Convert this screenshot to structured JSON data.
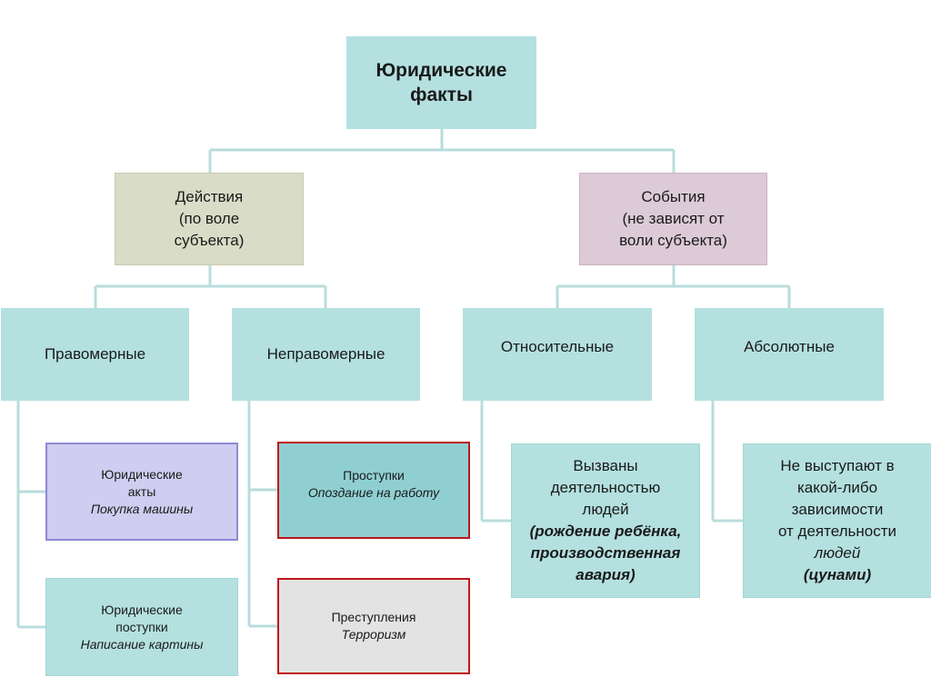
{
  "root": {
    "line1": "Юридические",
    "line2": "факты"
  },
  "actions": {
    "line1": "Действия",
    "line2": "(по воле",
    "line3": "субъекта)"
  },
  "events": {
    "line1": "События",
    "line2": "(не зависят от",
    "line3": "воли субъекта)"
  },
  "lawful": {
    "label": "Правомерные"
  },
  "unlawful": {
    "label": "Неправомерные"
  },
  "relative": {
    "label": "Относительные"
  },
  "absolute": {
    "label": "Абсолютные"
  },
  "legal_acts": {
    "line1": "Юридические",
    "line2": "акты",
    "example": "Покупка машины"
  },
  "legal_deeds": {
    "line1": "Юридические",
    "line2": "поступки",
    "example": "Написание картины"
  },
  "offenses": {
    "label": "Проступки",
    "example": "Опоздание на работу"
  },
  "crimes": {
    "label": "Преступления",
    "example": "Терроризм"
  },
  "caused_by_people": {
    "line1": "Вызваны",
    "line2": "деятельностью",
    "line3": "людей",
    "ex1": "(рождение ребёнка,",
    "ex2": "производственная",
    "ex3": "авария)"
  },
  "independent": {
    "line1": "Не выступают в",
    "line2": "какой-либо",
    "line3": "зависимости",
    "line4": "от деятельности",
    "line5": "людей",
    "ex1": "(цунами)"
  },
  "colors": {
    "connector": "#b9dcdc",
    "teal": "#b4e0e0",
    "beige": "#d9dcc6",
    "pink": "#dccad6",
    "lavender": "#cfcdf0",
    "lavender_border": "#8d8ad6",
    "red_border": "#c0161b",
    "grey": "#e3e3e3"
  }
}
